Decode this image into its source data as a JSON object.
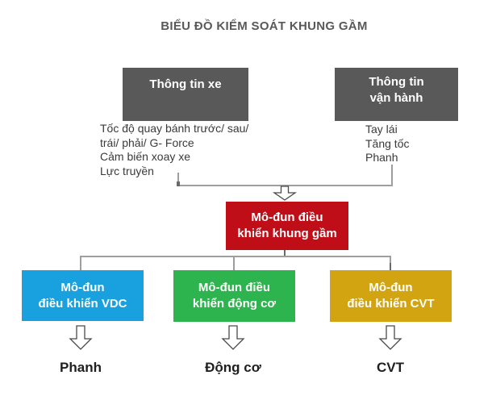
{
  "title": "BIỂU ĐỒ KIỂM SOÁT KHUNG GẦM",
  "colors": {
    "title_text": "#595959",
    "info_box": "#595959",
    "central_module": "#C00E18",
    "vdc_module": "#18A0DF",
    "engine_module": "#2EB44E",
    "cvt_module": "#D2A412",
    "body_text": "#3A3A3A",
    "connector_line": "#9E9E9E",
    "arrow_outline": "#4A4A4A"
  },
  "sources": {
    "vehicle": {
      "title": "Thông tin xe",
      "details": [
        "Tốc độ quay bánh trước/ sau/",
        "trái/ phải/ G- Force",
        "Cảm biến xoay xe",
        "Lực truyền"
      ]
    },
    "operation": {
      "title_line1": "Thông tin",
      "title_line2": "vận hành",
      "details": [
        "Tay lái",
        "Tăng tốc",
        "Phanh"
      ]
    }
  },
  "central_module": {
    "line1": "Mô-đun điều",
    "line2": "khiển khung gầm"
  },
  "sub_modules": [
    {
      "id": "vdc",
      "line1": "Mô-đun",
      "line2": "điều khiển VDC",
      "output": "Phanh"
    },
    {
      "id": "engine",
      "line1": "Mô-đun điều",
      "line2": "khiển động cơ",
      "output": "Động cơ"
    },
    {
      "id": "cvt",
      "line1": "Mô-đun",
      "line2": "điều khiển CVT",
      "output": "CVT"
    }
  ]
}
